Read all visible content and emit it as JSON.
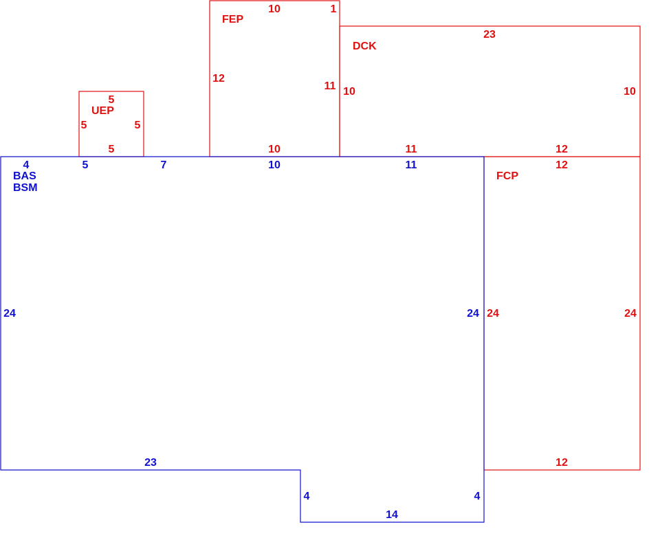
{
  "colors": {
    "main": "#1010d0",
    "addition": "#e01010"
  },
  "areas": {
    "bas": {
      "codes": [
        "BAS",
        "BSM"
      ],
      "dims": {
        "top_left": "4",
        "top_under_uep": "5",
        "top_mid": "7",
        "top_under_fep": "10",
        "top_under_dck": "11",
        "left": "24",
        "right": "24",
        "bottom": "23",
        "notch_left": "4",
        "notch_right": "4",
        "notch_bottom": "14"
      }
    },
    "uep": {
      "code": "UEP",
      "dims": {
        "top": "5",
        "left": "5",
        "right": "5",
        "bottom": "5"
      }
    },
    "fep": {
      "code": "FEP",
      "dims": {
        "top": "10",
        "top_right": "1",
        "left": "12",
        "right": "11",
        "bottom": "10"
      }
    },
    "dck": {
      "code": "DCK",
      "dims": {
        "top": "23",
        "left": "10",
        "right": "10",
        "bottom_left": "11",
        "bottom_right": "12"
      }
    },
    "fcp": {
      "code": "FCP",
      "dims": {
        "top": "12",
        "left": "24",
        "right": "24",
        "bottom": "12"
      }
    }
  }
}
